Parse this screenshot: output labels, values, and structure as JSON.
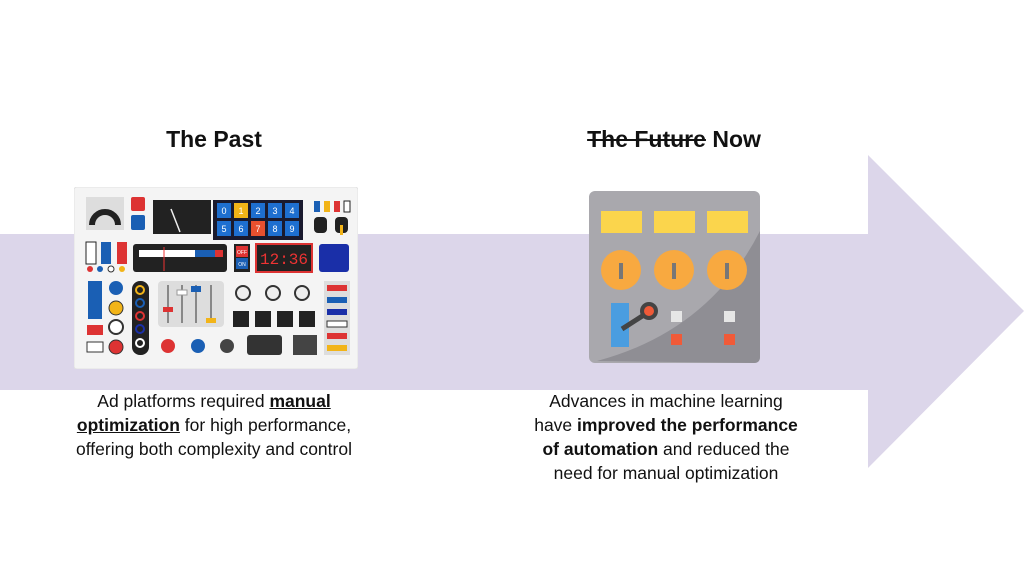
{
  "colors": {
    "arrow": "#dcd6ea",
    "panel_bg": "#f4f4f4",
    "robot_body": "#a9a8ad",
    "robot_accent": "#fbd54c",
    "dial": "#f8a940"
  },
  "past": {
    "title": "The Past",
    "text_before": "Ad platforms required ",
    "text_emphasis": "manual optimization",
    "text_after": " for high performance, offering both complexity and control",
    "illustration": {
      "keypad": [
        "0",
        "1",
        "2",
        "3",
        "4",
        "5",
        "6",
        "7",
        "8",
        "9"
      ],
      "switch_off": "OFF",
      "switch_on": "ON",
      "clock": "12:36"
    }
  },
  "future": {
    "title_struck": "The Future",
    "title_rest": " Now",
    "text_before": "Advances in machine learning have ",
    "text_emphasis": "improved the performance of automation",
    "text_after": " and reduced the need for manual optimization"
  }
}
